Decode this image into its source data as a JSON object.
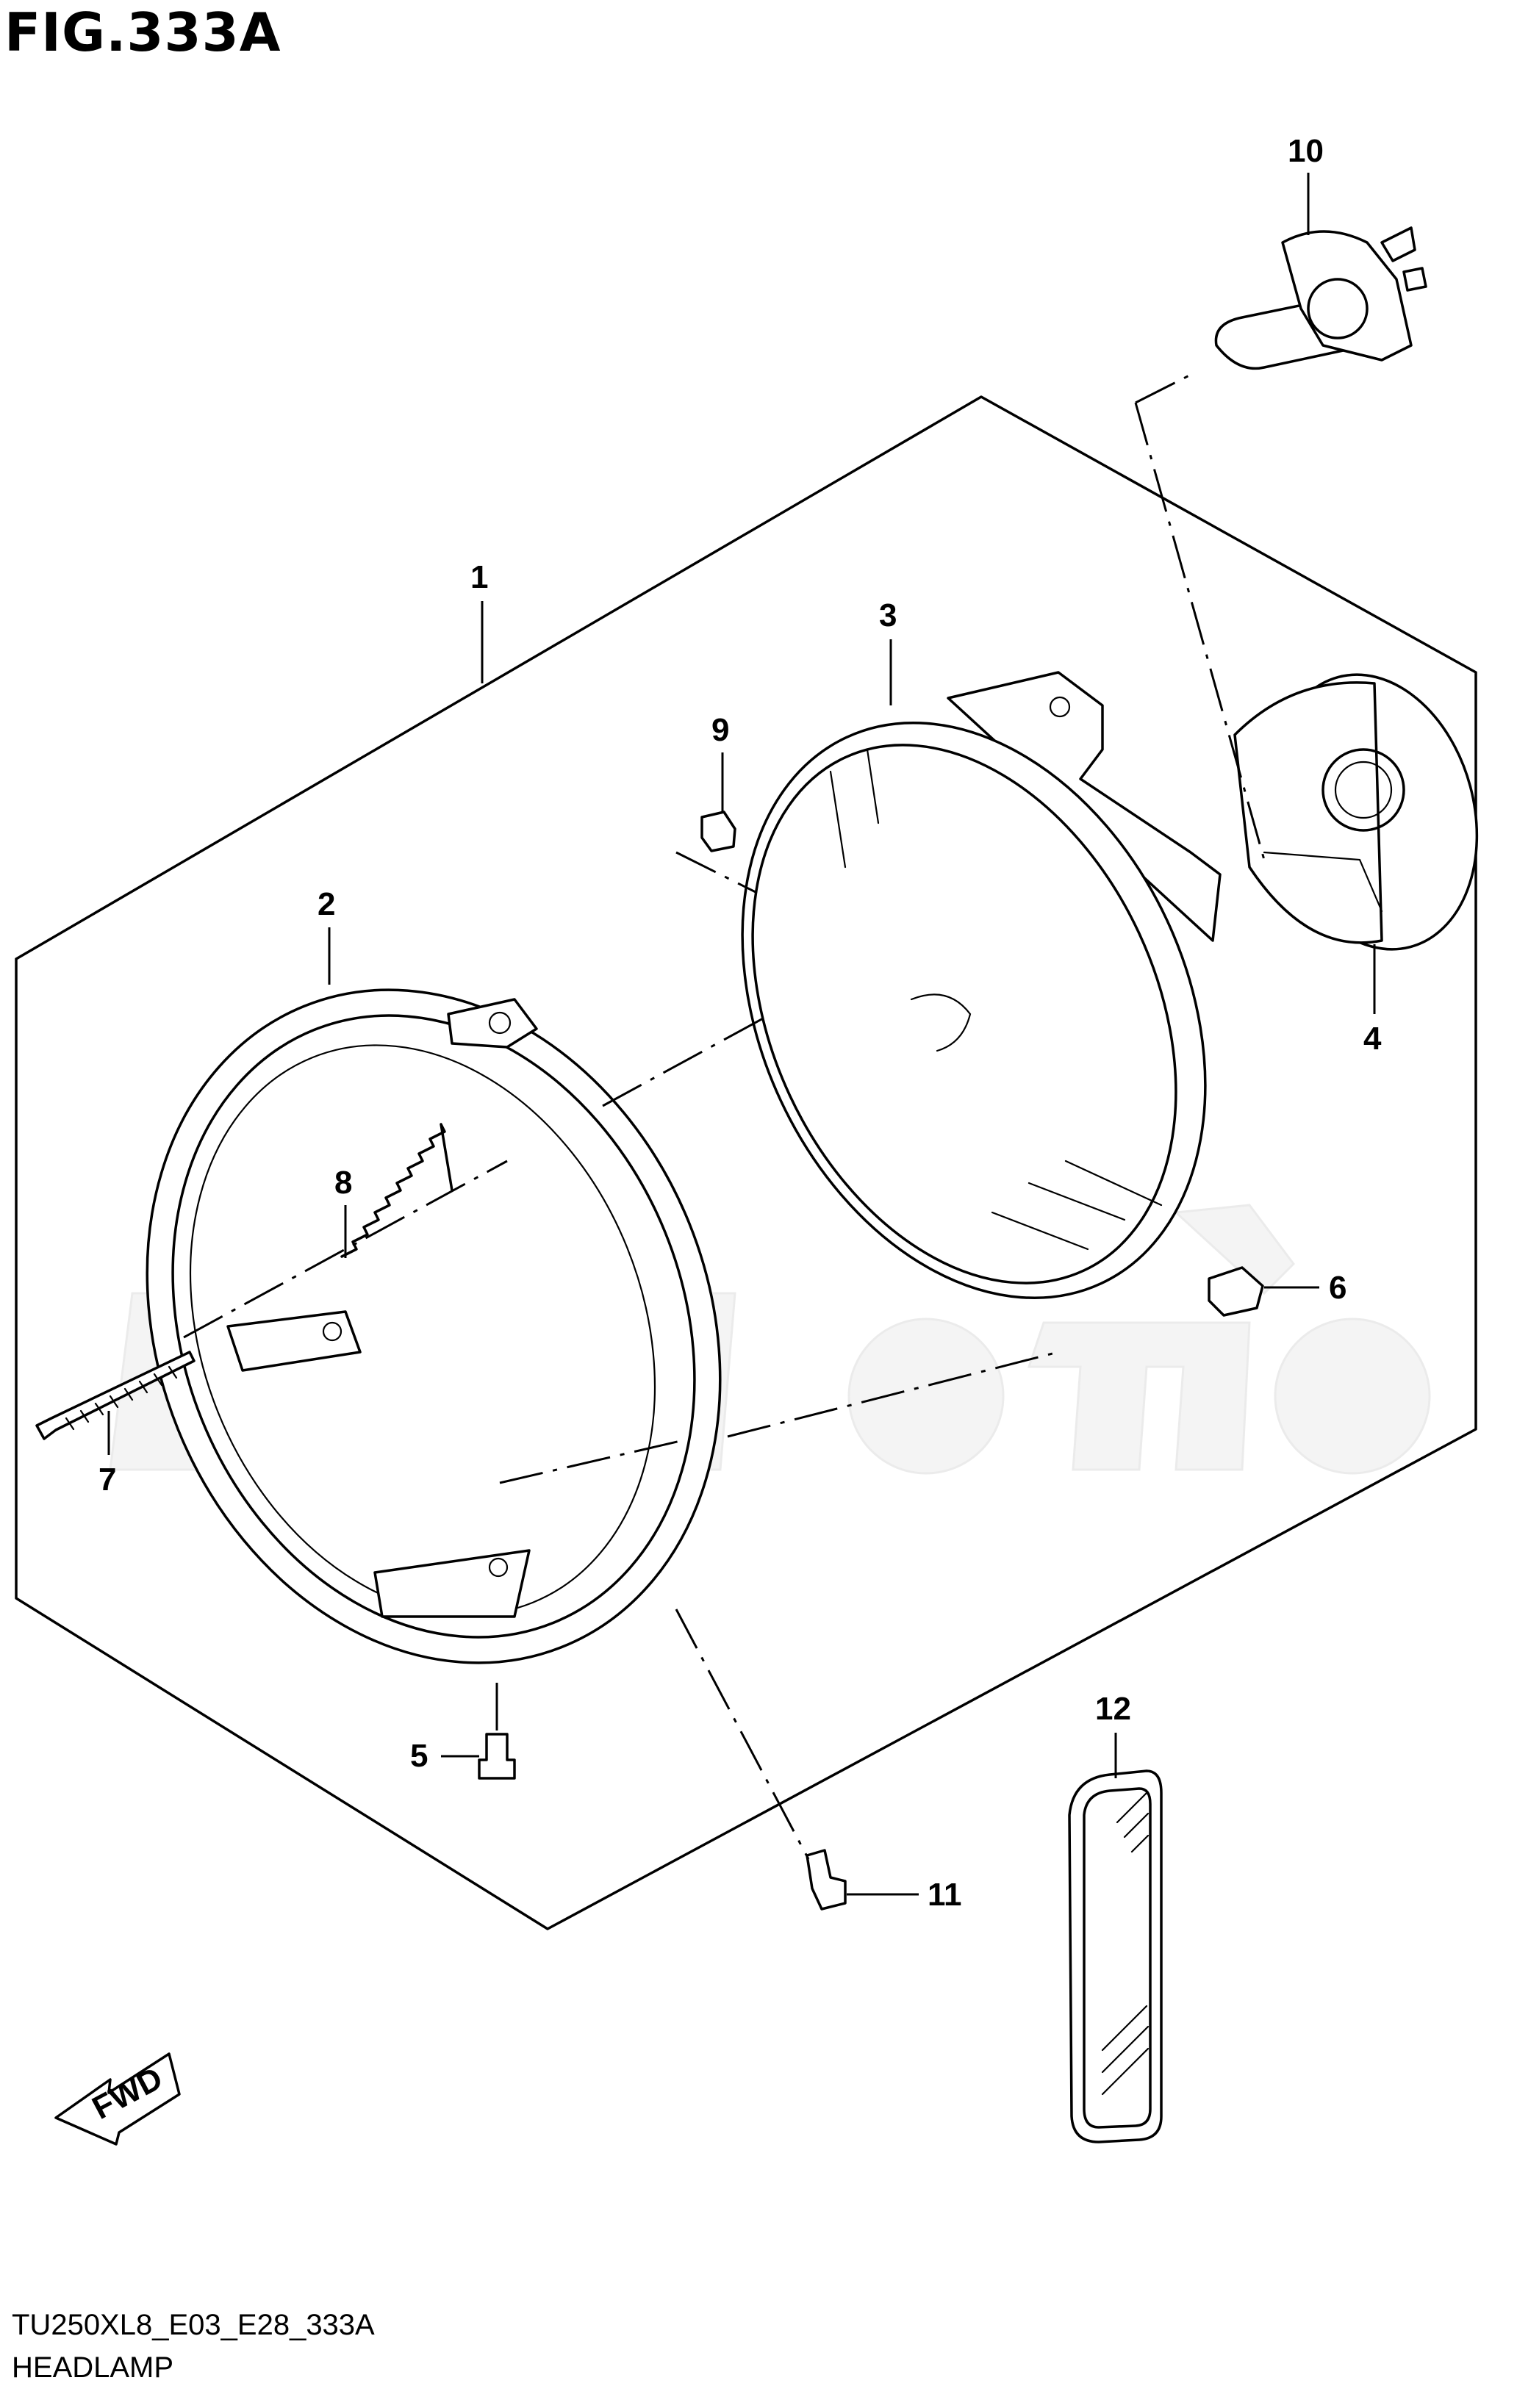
{
  "figure": {
    "title": "FIG.333A"
  },
  "footer": {
    "code": "TU250XL8_E03_E28_333A",
    "name": "HEADLAMP"
  },
  "fwd_label": "FWD",
  "callouts": [
    "1",
    "2",
    "3",
    "4",
    "5",
    "6",
    "7",
    "8",
    "9",
    "10",
    "11",
    "12"
  ]
}
